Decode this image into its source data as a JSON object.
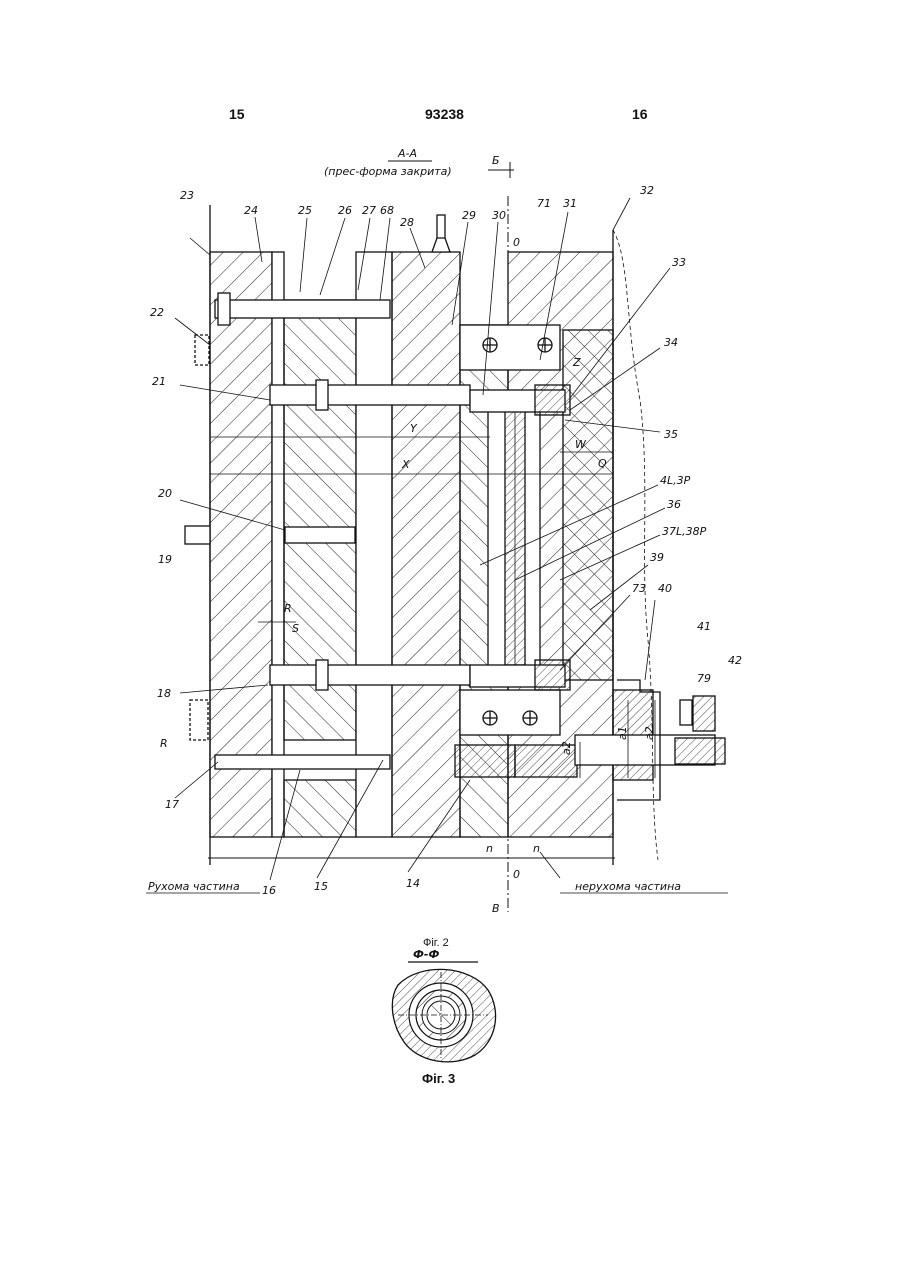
{
  "header": {
    "left_page": "15",
    "doc_number": "93238",
    "right_page": "16"
  },
  "fig2": {
    "section_title": "А-А",
    "section_subtitle": "(прес-форма закрита)",
    "section_marker_top": "Б",
    "section_marker_bottom": "В",
    "caption": "Фіг. 2",
    "label_movable": "Рухома частина",
    "label_fixed": "нерухома частина",
    "callouts": [
      "14",
      "15",
      "16",
      "17",
      "18",
      "19",
      "20",
      "21",
      "22",
      "23",
      "24",
      "25",
      "26",
      "27",
      "28",
      "29",
      "30",
      "31",
      "32",
      "33",
      "34",
      "35",
      "36",
      "39",
      "40",
      "41",
      "42",
      "71",
      "73",
      "79",
      "4L,3P",
      "37L,38P"
    ],
    "dims": [
      "X",
      "Y",
      "Q",
      "W",
      "R",
      "S",
      "Z",
      "n",
      "a1",
      "a2",
      "0"
    ]
  },
  "fig3": {
    "section_title": "Ф-Ф",
    "caption": "Фіг. 3"
  },
  "colors": {
    "ink": "#111111",
    "paper": "#ffffff"
  }
}
